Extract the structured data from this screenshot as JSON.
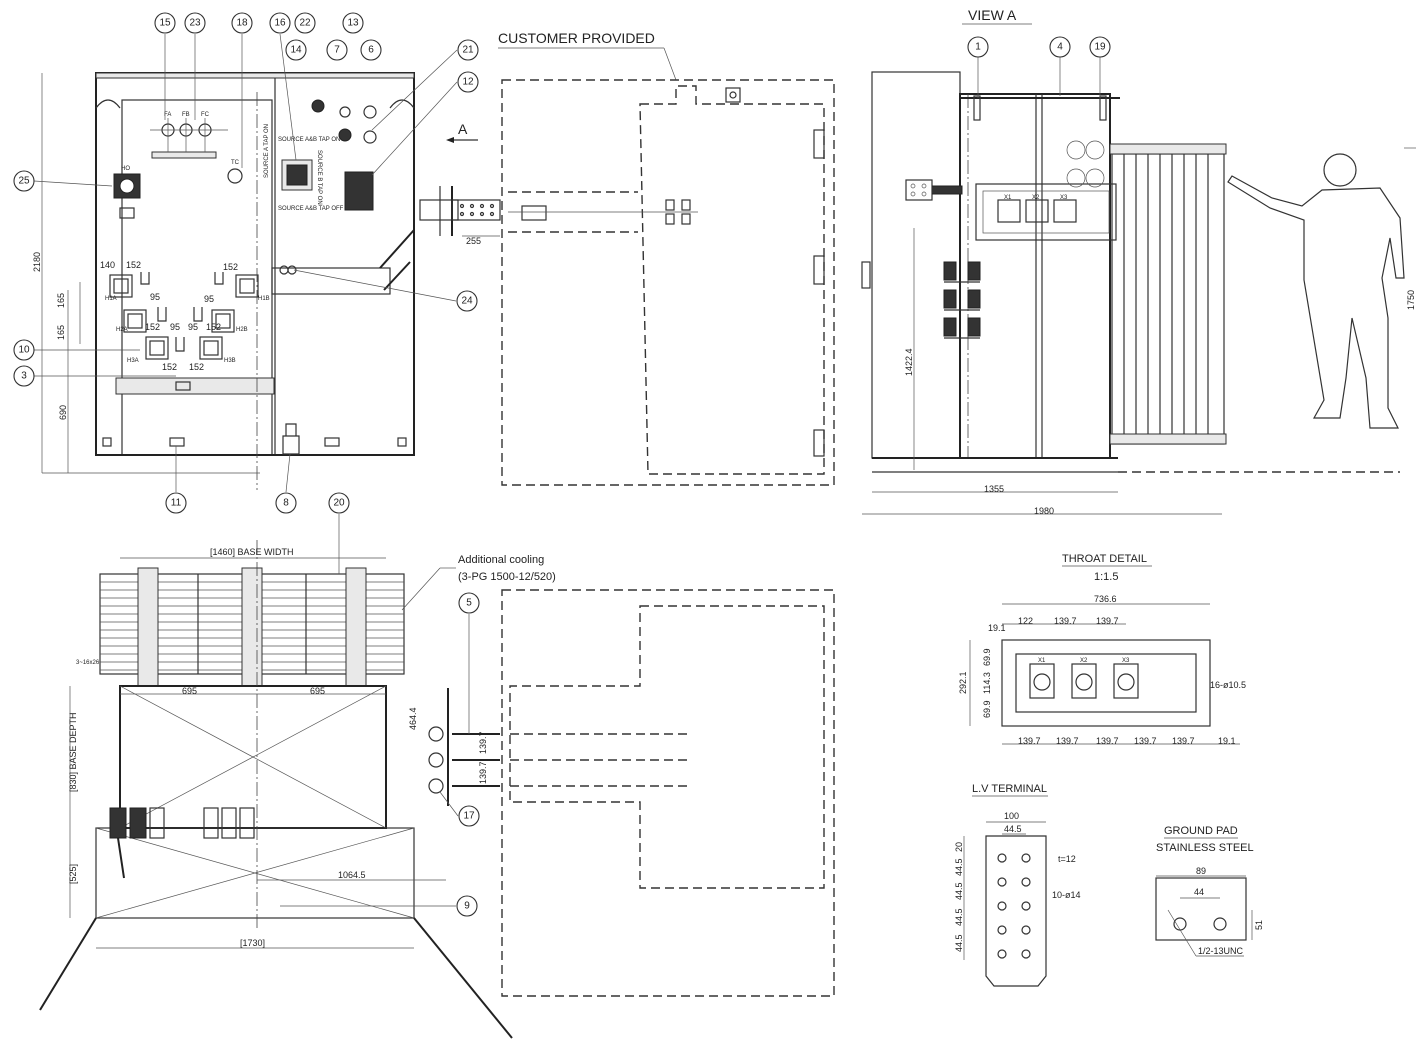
{
  "labels": {
    "customer_provided": "CUSTOMER PROVIDED",
    "view_a": "VIEW A",
    "section_a": "A",
    "additional_cooling": "Additional cooling",
    "cooling_spec": "(3-PG 1500-12/520)",
    "throat_detail": "THROAT DETAIL",
    "throat_scale": "1:1.5",
    "lv_terminal": "L.V TERMINAL",
    "ground_pad": "GROUND PAD",
    "stainless_steel": "STAINLESS STEEL",
    "base_width": "[1460] BASE WIDTH",
    "base_depth": "[830] BASE DEPTH",
    "tap_on": "SOURCE A&B TAP ON",
    "tap_off": "SOURCE A&B TAP OFF",
    "src_a": "SOURCE A TAP ON",
    "src_b": "SOURCE B TAP ON",
    "fa": "FA",
    "fb": "FB",
    "fc": "FC",
    "tc": "TC",
    "ho": "HO",
    "h1a": "H1A",
    "h1b": "H1B",
    "h2a": "H2A",
    "h2b": "H2B",
    "h3a": "H3A",
    "h3b": "H3B",
    "x1": "X1",
    "x2": "X2",
    "x3": "X3",
    "x1b": "X1",
    "x2b": "X2",
    "x3b": "X3"
  },
  "balloons": {
    "b1": "1",
    "b3": "3",
    "b4": "4",
    "b5": "5",
    "b6": "6",
    "b7": "7",
    "b8": "8",
    "b9": "9",
    "b10": "10",
    "b11": "11",
    "b12": "12",
    "b13": "13",
    "b14": "14",
    "b15": "15",
    "b16": "16",
    "b17": "17",
    "b18": "18",
    "b19": "19",
    "b20": "20",
    "b21": "21",
    "b22": "22",
    "b23": "23",
    "b24": "24",
    "b25": "25"
  },
  "dims": {
    "front_height": "2180",
    "front_690": "690",
    "front_165a": "165",
    "front_165b": "165",
    "front_140": "140",
    "front_152a": "152",
    "front_152b": "152",
    "front_95a": "95",
    "front_95b": "95",
    "front_152c": "152",
    "front_95c": "95",
    "front_95d": "95",
    "front_152d": "152",
    "front_152e": "152",
    "front_152f": "152",
    "front_255": "255",
    "side_1422": "1422.4",
    "side_1355": "1355",
    "side_1980": "1980",
    "side_1750": "1750",
    "plan_695a": "695",
    "plan_695b": "695",
    "plan_1064": "1064.5",
    "plan_1730": "[1730]",
    "plan_525": "[525]",
    "plan_4644": "464.4",
    "plan_1397a": "139.7",
    "plan_1397b": "139.7",
    "plan_3x": "3~16x26",
    "th_7366": "736.6",
    "th_191a": "19.1",
    "th_122": "122",
    "th_1397a": "139.7",
    "th_1397b": "139.7",
    "th_2921": "292.1",
    "th_699a": "69.9",
    "th_1143": "114.3",
    "th_699b": "69.9",
    "th_holes": "16-ø10.5",
    "th_b1": "139.7",
    "th_b2": "139.7",
    "th_b3": "139.7",
    "th_b4": "139.7",
    "th_b5": "139.7",
    "th_191b": "19.1",
    "lv_100": "100",
    "lv_445": "44.5",
    "lv_t": "t=12",
    "lv_holes": "10-ø14",
    "lv_20": "20",
    "lv_v1": "44.5",
    "lv_v2": "44.5",
    "lv_v3": "44.5",
    "lv_v4": "44.5",
    "gp_89": "89",
    "gp_44": "44",
    "gp_51": "51",
    "gp_thread": "1/2-13UNC"
  }
}
